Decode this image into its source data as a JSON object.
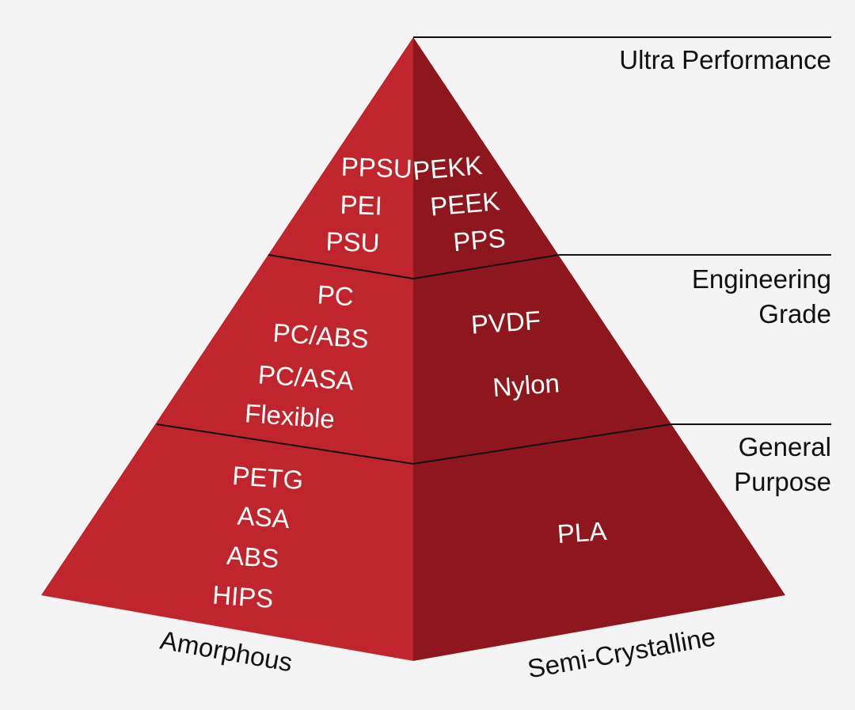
{
  "colors": {
    "background": "#f4f4f4",
    "left_face": "#c0242c",
    "right_face": "#8e171d",
    "lines": "#111111",
    "material_text": "#ffffff"
  },
  "tiers": {
    "ultra": "Ultra Performance",
    "engineering_1": "Engineering",
    "engineering_2": "Grade",
    "general_1": "General",
    "general_2": "Purpose"
  },
  "faces": {
    "left": "Amorphous",
    "right": "Semi-Crystalline"
  },
  "materials": {
    "ultra": {
      "amorphous": [
        "PPSU",
        "PEI",
        "PSU"
      ],
      "semi_crystalline": [
        "PEKK",
        "PEEK",
        "PPS"
      ]
    },
    "engineering": {
      "amorphous": [
        "PC",
        "PC/ABS",
        "PC/ASA",
        "Flexible"
      ],
      "semi_crystalline": [
        "PVDF",
        "Nylon"
      ]
    },
    "general": {
      "amorphous": [
        "PETG",
        "ASA",
        "ABS",
        "HIPS"
      ],
      "semi_crystalline": [
        "PLA"
      ]
    }
  }
}
